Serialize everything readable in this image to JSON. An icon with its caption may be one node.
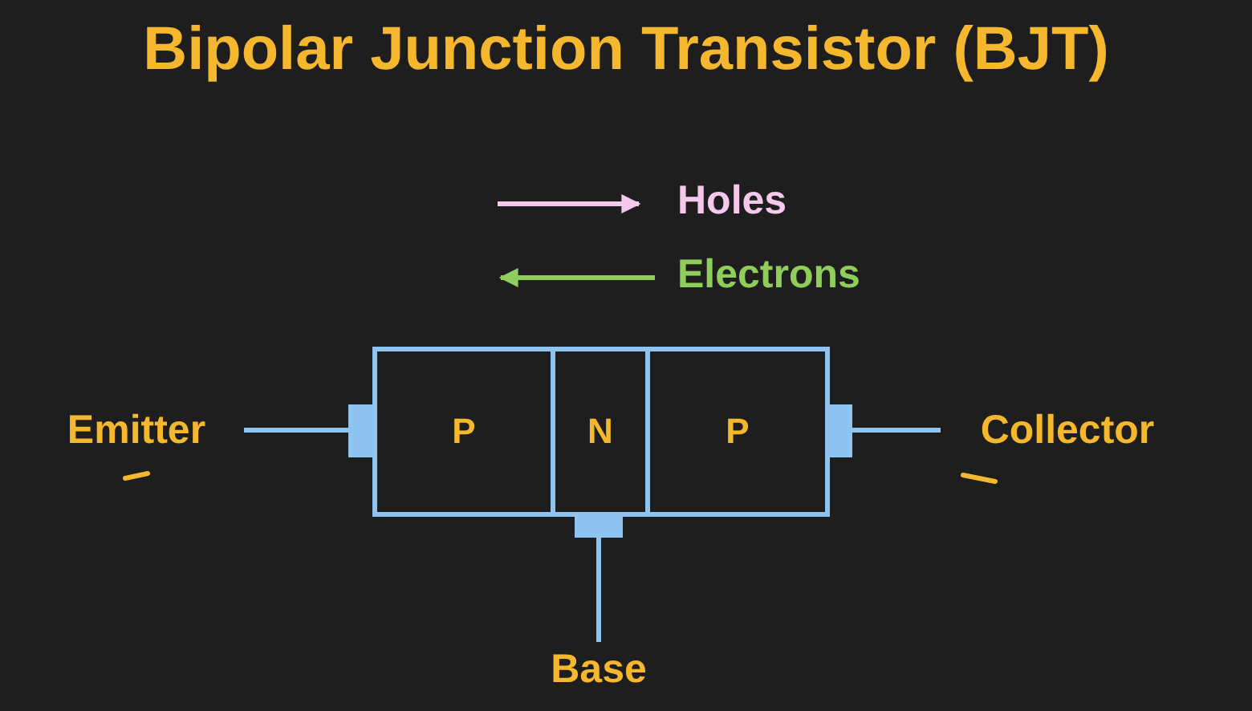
{
  "diagram": {
    "title": "Bipolar Junction Transistor (BJT)",
    "nodes": [
      {
        "text": [
          "P"
        ]
      },
      {
        "text": [
          "N"
        ]
      },
      {
        "text": [
          "P"
        ]
      },
      {
        "text": [
          "Emitter"
        ]
      },
      {
        "text": [
          "Collector"
        ]
      },
      {
        "text": [
          "Base"
        ]
      }
    ],
    "edges": [
      {
        "from": 3,
        "to": 0,
        "arrow": "none"
      },
      {
        "from": 4,
        "to": 2,
        "arrow": "none"
      },
      {
        "from": 5,
        "to": 1,
        "arrow": "none"
      }
    ],
    "legend": [
      {
        "text": "Holes"
      },
      {
        "text": "Electrons"
      }
    ]
  }
}
